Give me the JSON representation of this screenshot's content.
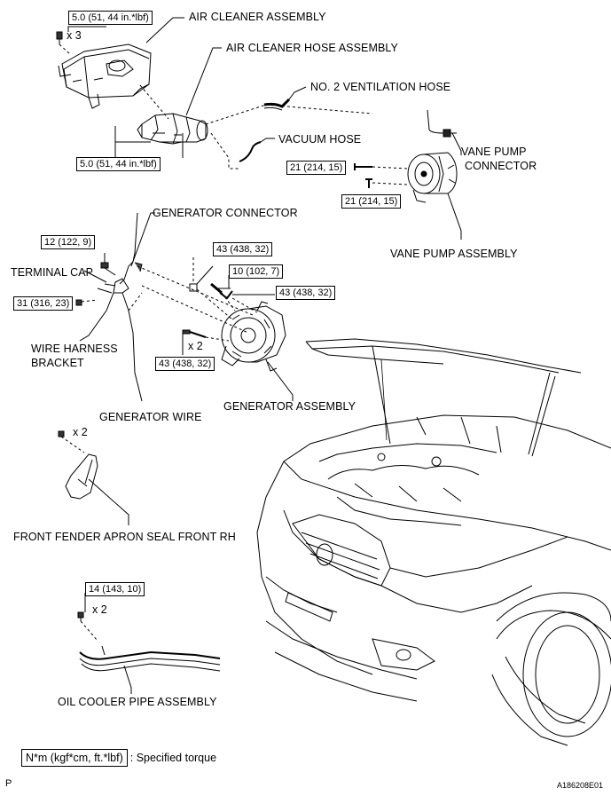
{
  "labels": {
    "air_cleaner": "AIR CLEANER ASSEMBLY",
    "air_cleaner_hose": "AIR CLEANER HOSE ASSEMBLY",
    "ventilation_hose": "NO. 2 VENTILATION HOSE",
    "vacuum_hose": "VACUUM HOSE",
    "vane_pump_connector_l1": "VANE PUMP",
    "vane_pump_connector_l2": "CONNECTOR",
    "vane_pump_assembly": "VANE PUMP ASSEMBLY",
    "generator_connector": "GENERATOR CONNECTOR",
    "terminal_cap": "TERMINAL CAP",
    "wire_harness_bracket_l1": "WIRE HARNESS",
    "wire_harness_bracket_l2": "BRACKET",
    "generator_wire": "GENERATOR WIRE",
    "generator_assembly": "GENERATOR ASSEMBLY",
    "fender_apron_seal": "FRONT FENDER APRON SEAL FRONT RH",
    "oil_cooler_pipe": "OIL COOLER PIPE ASSEMBLY"
  },
  "torques": {
    "air_cleaner_bolt": "5.0 (51, 44 in.*lbf)",
    "hose_clamp": "5.0 (51, 44 in.*lbf)",
    "vane_pump_upper": "21 (214, 15)",
    "vane_pump_lower": "21 (214, 15)",
    "generator_connector_nut": "12 (122, 9)",
    "wire_bracket_bolt": "31 (316, 23)",
    "generator_nut_upper": "43 (438, 32)",
    "generator_terminal_nut": "10 (102, 7)",
    "generator_bolt_right": "43 (438, 32)",
    "generator_bolt_lower": "43 (438, 32)",
    "oil_cooler_bolt": "14 (143, 10)"
  },
  "counts": {
    "air_cleaner_bolts": "x 3",
    "generator_bolts": "x 2",
    "fender_clips": "x 2",
    "oil_cooler_bolts": "x 2"
  },
  "legend": {
    "unit": "N*m (kgf*cm, ft.*lbf)",
    "text": ": Specified torque"
  },
  "corner": {
    "left": "P",
    "right": "A186208E01"
  }
}
